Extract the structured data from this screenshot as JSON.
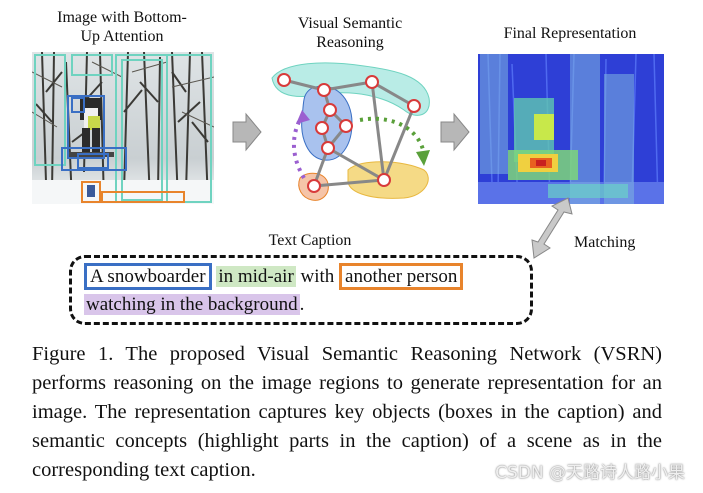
{
  "panels": {
    "image_title_line1": "Image with Bottom-",
    "image_title_line2": "Up Attention",
    "reasoning_title_line1": "Visual Semantic",
    "reasoning_title_line2": "Reasoning",
    "final_title": "Final Representation"
  },
  "caption_section": {
    "title": "Text Caption",
    "matching_label": "Matching",
    "seg_1": "A snowboarder",
    "seg_2": "in mid-air",
    "seg_3": "with",
    "seg_4": "another person",
    "seg_5": "watching in the background",
    "seg_6": "."
  },
  "figure_caption": "Figure 1. The proposed Visual Semantic Reasoning Network (VSRN) performs reasoning on the image regions to generate representation for an image. The representation captures key objects (boxes in the caption) and semantic concepts (highlight parts in the caption) of a scene as in the corresponding text caption.",
  "watermark": "CSDN @天路诗人路小果",
  "colors": {
    "object_box_blue": "#3a6fc4",
    "object_box_orange": "#e8842c",
    "concept_green": "#cfe8c4",
    "concept_purple": "#d9c5ea",
    "region_teal": "#6fd3c0",
    "heatmap_blue": "#2e3fd6",
    "node_red": "#d83a3a"
  }
}
